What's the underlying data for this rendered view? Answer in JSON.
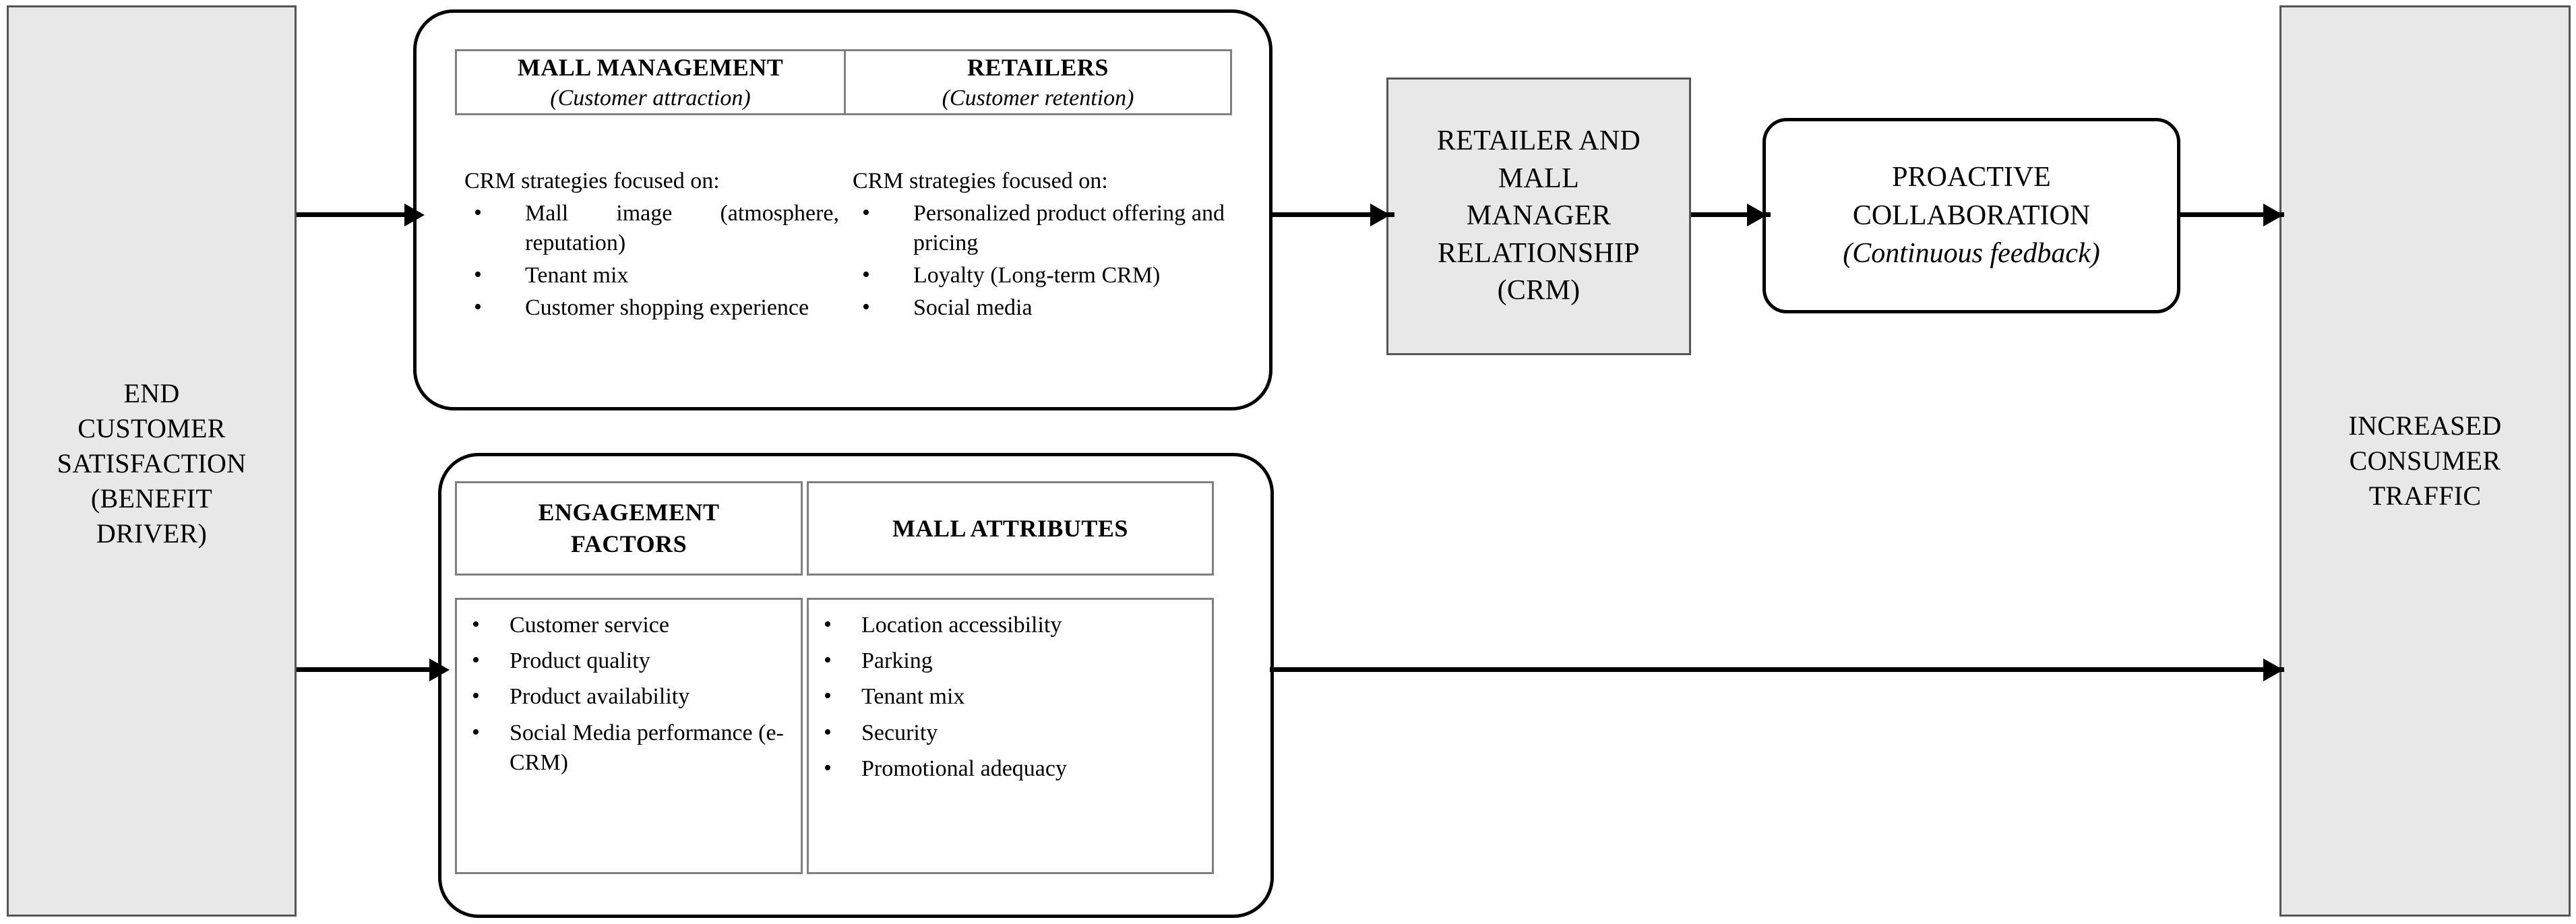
{
  "diagram": {
    "end_customer": {
      "line1": "END",
      "line2": "CUSTOMER",
      "line3": "SATISFACTION",
      "line4": "(BENEFIT",
      "line5": "DRIVER)"
    },
    "increased_traffic": {
      "line1": "INCREASED",
      "line2": "CONSUMER",
      "line3": "TRAFFIC"
    },
    "crm_relationship": {
      "line1": "RETAILER  AND",
      "line2": "MALL",
      "line3": "MANAGER",
      "line4": "RELATIONSHIP",
      "line5": "(CRM)"
    },
    "proactive": {
      "line1": "PROACTIVE",
      "line2": "COLLABORATION",
      "line3": "(Continuous feedback)"
    },
    "upper_panel": {
      "columns": [
        {
          "title": "MALL MANAGEMENT",
          "subtitle": "(Customer attraction)",
          "lead": "CRM strategies focused on:",
          "items": [
            "Mall image (atmosphere, reputation)",
            "Tenant mix",
            "Customer shopping experience"
          ]
        },
        {
          "title": "RETAILERS",
          "subtitle": "(Customer retention)",
          "lead": "CRM strategies focused on:",
          "items": [
            "Personalized product offering and pricing",
            "Loyalty (Long-term CRM)",
            "Social media"
          ]
        }
      ]
    },
    "lower_panel": {
      "columns": [
        {
          "title_line1": "ENGAGEMENT",
          "title_line2": "FACTORS",
          "items": [
            "Customer service",
            "Product quality",
            "Product availability",
            "Social Media performance (e-CRM)"
          ]
        },
        {
          "title_line1": "MALL ATTRIBUTES",
          "title_line2": "",
          "items": [
            "Location accessibility",
            "Parking",
            "Tenant mix",
            "Security",
            "Promotional adequacy"
          ]
        }
      ]
    },
    "colors": {
      "shaded_fill": "#e8e8e8",
      "shaded_border": "#555555",
      "panel_border": "#000000",
      "cell_border": "#808080",
      "arrow": "#000000",
      "background": "#ffffff"
    },
    "connectors": [
      {
        "name": "end-customer-to-upper-panel"
      },
      {
        "name": "end-customer-to-lower-panel"
      },
      {
        "name": "upper-panel-to-crm-relationship"
      },
      {
        "name": "crm-relationship-to-proactive"
      },
      {
        "name": "proactive-to-increased-traffic"
      },
      {
        "name": "lower-panel-to-increased-traffic"
      }
    ]
  }
}
